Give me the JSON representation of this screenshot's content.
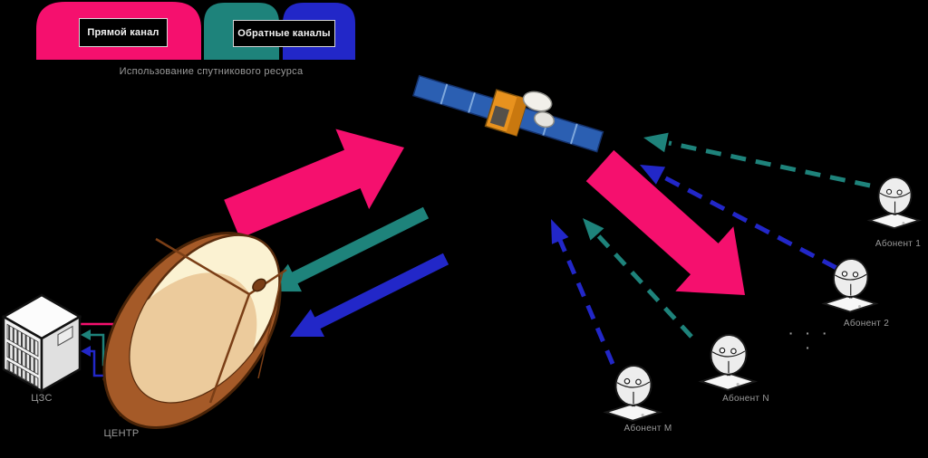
{
  "legend": {
    "forward_label": "Прямой канал",
    "return_label": "Обратные каналы",
    "caption": "Использование спутникового ресурса"
  },
  "colors": {
    "forward_channel": "#F5106E",
    "return_channel_teal": "#1E837B",
    "return_channel_blue": "#2227C8"
  },
  "hub": {
    "server_label": "ЦЗС",
    "dish_label": "ЦЕНТР"
  },
  "subscribers": [
    {
      "label": "Абонент 1"
    },
    {
      "label": "Абонент 2"
    },
    {
      "label": "Абонент N"
    },
    {
      "label": "Абонент M"
    }
  ],
  "separator_dots": "· · · ·"
}
